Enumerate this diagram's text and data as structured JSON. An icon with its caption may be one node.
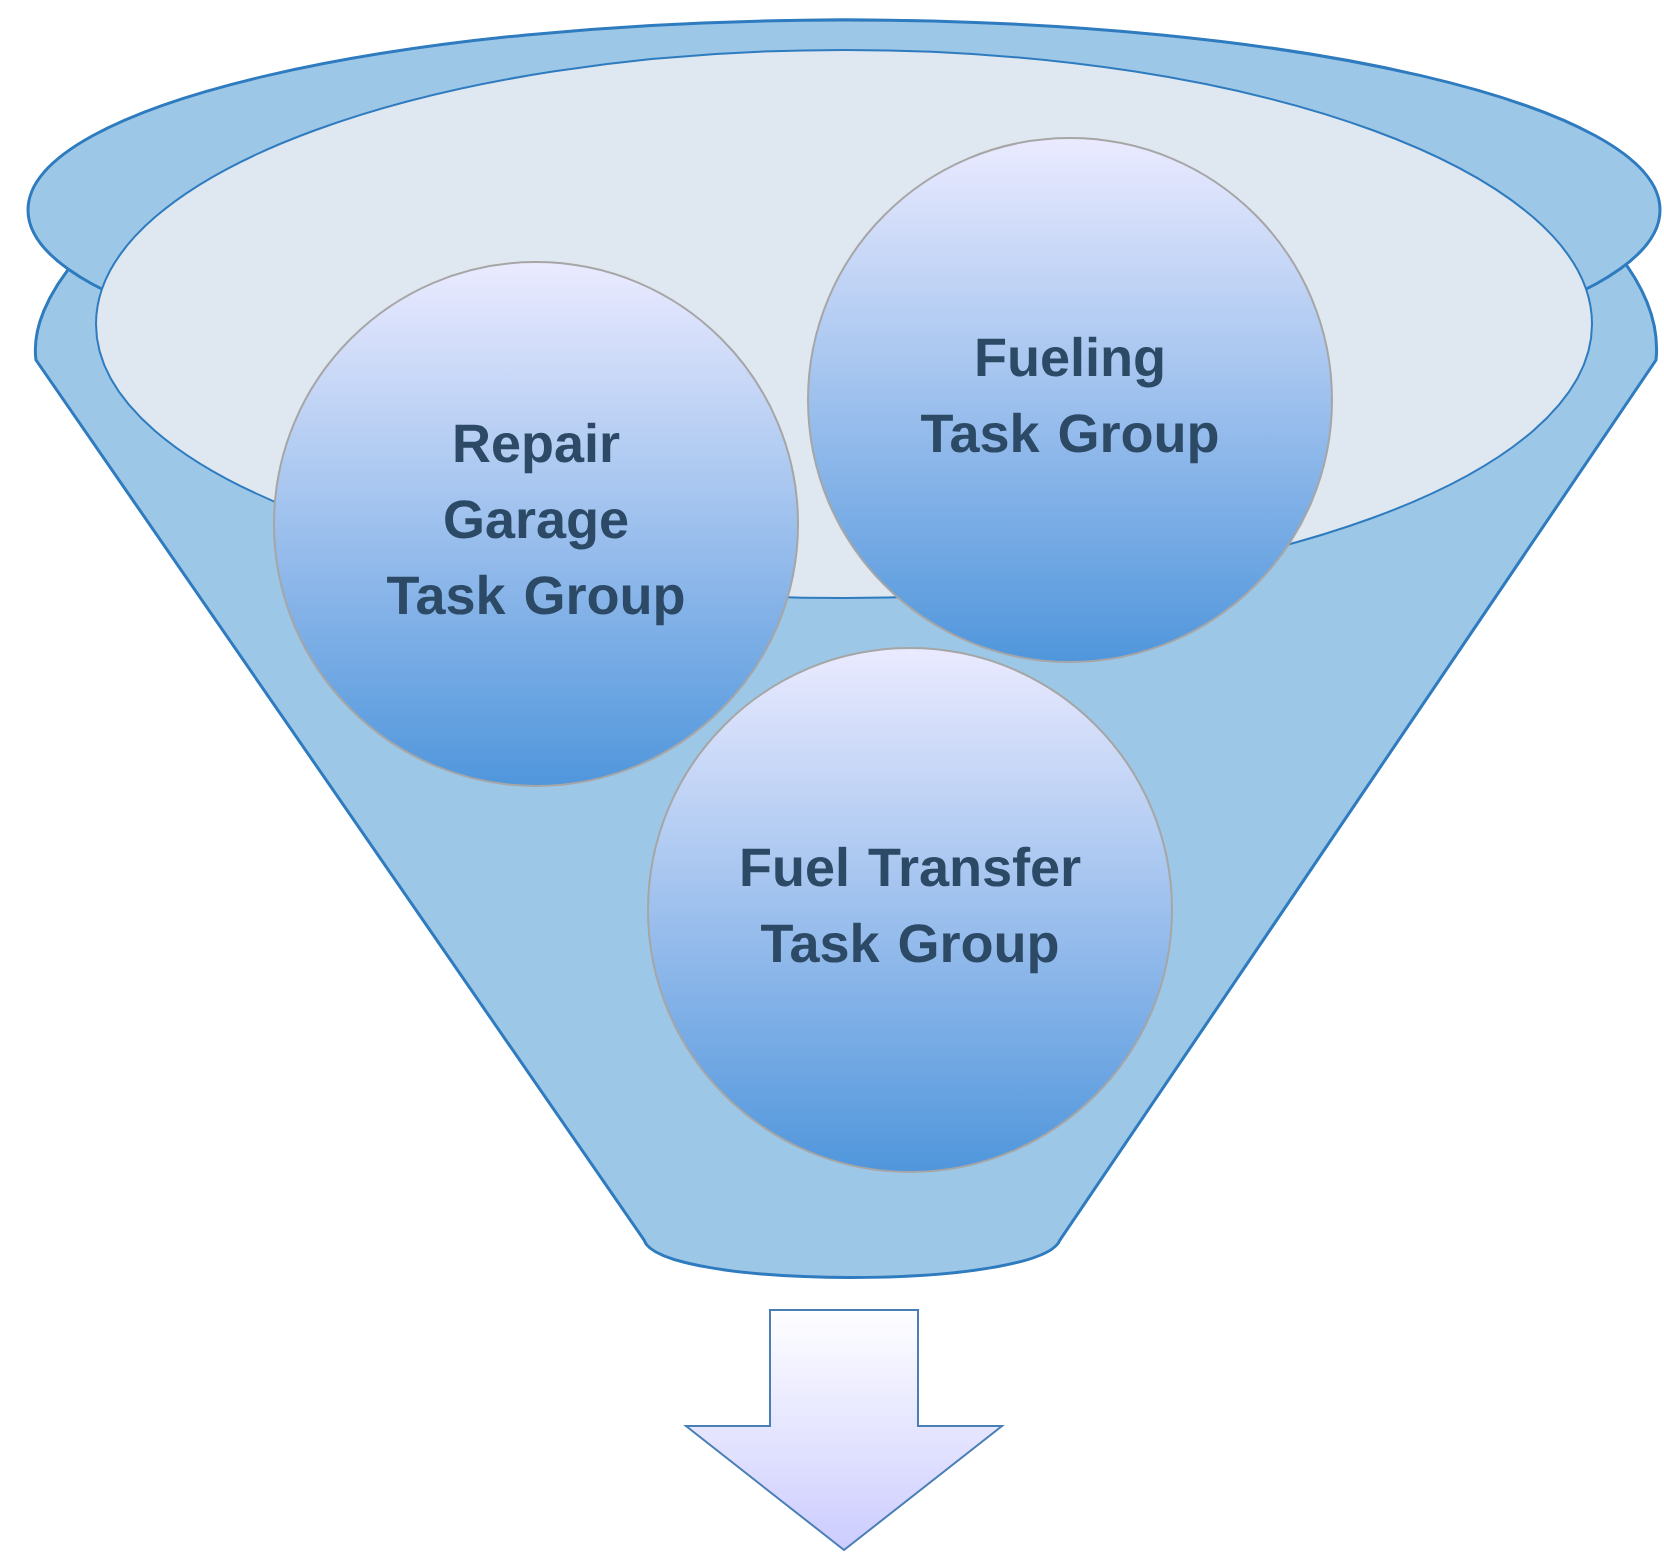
{
  "diagram": {
    "nodes": [
      {
        "text": [],
        "shape": "funnel"
      },
      {
        "text": [
          "Repair Garage Task Group"
        ],
        "in": 0
      },
      {
        "text": [
          "Fueling Task Group"
        ],
        "in": 0
      },
      {
        "text": [
          "Fuel Transfer Task Group"
        ],
        "in": 0
      }
    ]
  }
}
